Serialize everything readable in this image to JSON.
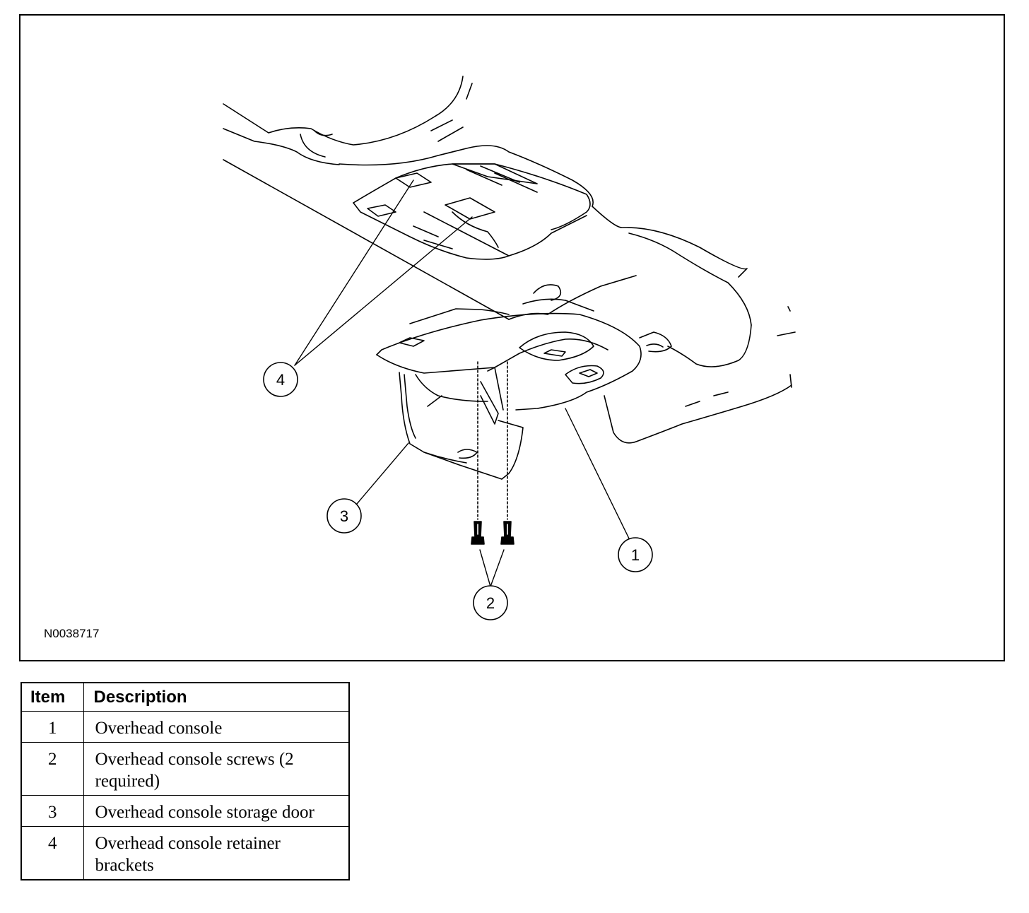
{
  "figure": {
    "id_label": "N0038717",
    "callouts": [
      "1",
      "2",
      "3",
      "4"
    ]
  },
  "legend": {
    "headers": {
      "item": "Item",
      "description": "Description"
    },
    "rows": [
      {
        "item": "1",
        "description": "Overhead console"
      },
      {
        "item": "2",
        "description": "Overhead console screws (2 required)"
      },
      {
        "item": "3",
        "description": "Overhead console storage door"
      },
      {
        "item": "4",
        "description": "Overhead console retainer brackets"
      }
    ]
  }
}
